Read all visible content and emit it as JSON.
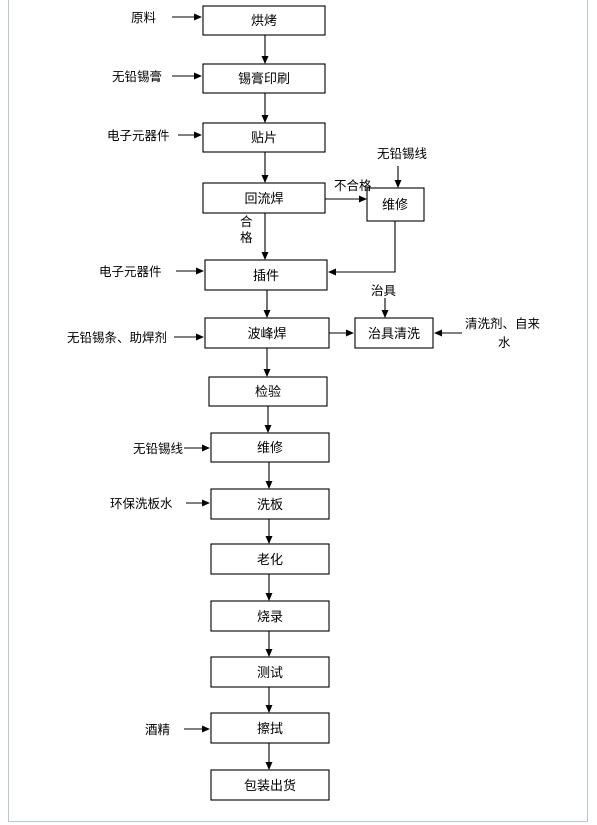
{
  "steps": [
    {
      "label": "烘烤"
    },
    {
      "label": "锡膏印刷"
    },
    {
      "label": "贴片"
    },
    {
      "label": "回流焊"
    },
    {
      "label": "插件"
    },
    {
      "label": "波峰焊"
    },
    {
      "label": "检验"
    },
    {
      "label": "维修"
    },
    {
      "label": "洗板"
    },
    {
      "label": "老化"
    },
    {
      "label": "烧录"
    },
    {
      "label": "测试"
    },
    {
      "label": "擦拭"
    },
    {
      "label": "包装出货"
    }
  ],
  "inputs": {
    "raw_material": "原料",
    "lead_free_solder_paste": "无铅锡膏",
    "components_smt": "电子元器件",
    "components_insert": "电子元器件",
    "solder_bar_flux": "无铅锡条、助焊剂",
    "solder_wire_repair": "无铅锡线",
    "eco_cleaning_water": "环保洗板水",
    "alcohol": "酒精"
  },
  "branch": {
    "fail_label": "不合格",
    "pass_char_1": "合",
    "pass_char_2": "格",
    "repair_box": "维修",
    "repair_input": "无铅锡线",
    "fixture_label": "治具",
    "fixture_clean_box": "治具清洗",
    "clean_input_line1": "清洗剂、自来",
    "clean_input_line2": "水"
  }
}
